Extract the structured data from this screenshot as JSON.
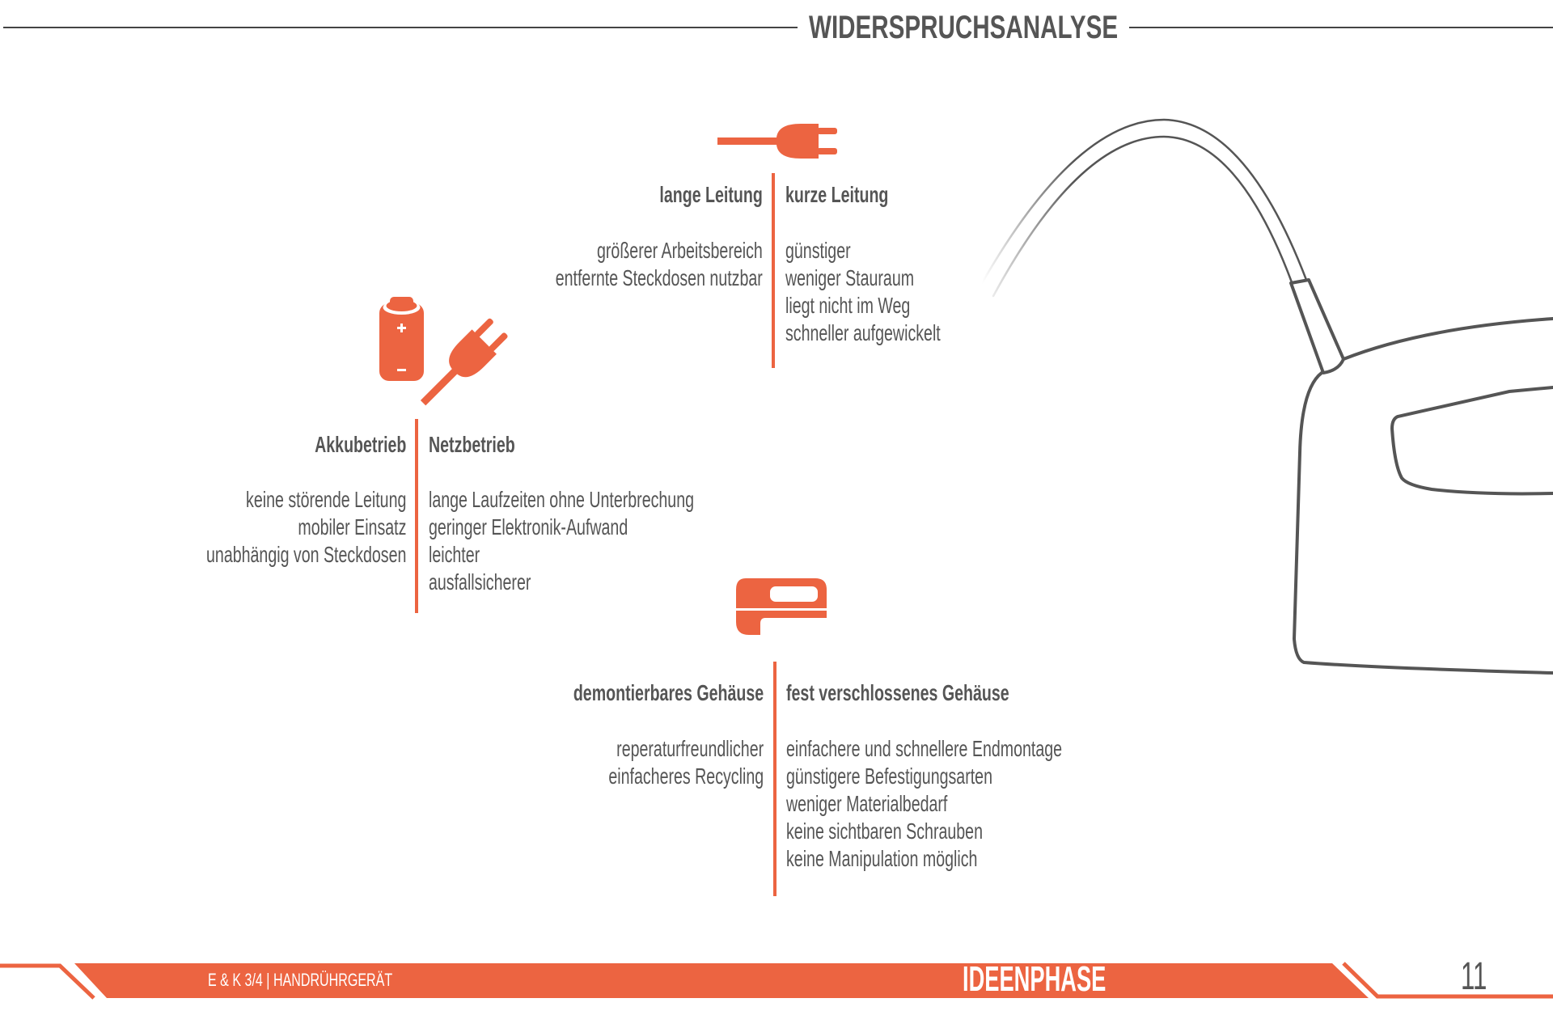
{
  "header": {
    "title": "WIDERSPRUCHSANALYSE"
  },
  "colors": {
    "accent": "#ec6441",
    "text": "#555555"
  },
  "contradictions": [
    {
      "icon": "plug-icon",
      "left": {
        "heading": "lange Leitung",
        "items": [
          "größerer Arbeitsbereich",
          "entfernte Steckdosen nutzbar"
        ]
      },
      "right": {
        "heading": "kurze Leitung",
        "items": [
          "günstiger",
          "weniger Stauraum",
          "liegt nicht im Weg",
          "schneller aufgewickelt"
        ]
      }
    },
    {
      "icon": "battery-and-plug-icon",
      "left": {
        "heading": "Akkubetrieb",
        "items": [
          "keine störende Leitung",
          "mobiler Einsatz",
          "unabhängig von Steckdosen"
        ]
      },
      "right": {
        "heading": "Netzbetrieb",
        "items": [
          "lange Laufzeiten ohne Unterbrechung",
          "geringer Elektronik-Aufwand",
          "leichter",
          "ausfallsicherer"
        ]
      }
    },
    {
      "icon": "housing-icon",
      "left": {
        "heading": "demontierbares Gehäuse",
        "items": [
          "reperaturfreundlicher",
          "einfacheres Recycling"
        ]
      },
      "right": {
        "heading": "fest verschlossenes Gehäuse",
        "items": [
          "einfachere und schnellere Endmontage",
          "günstigere Befestigungsarten",
          "weniger Materialbedarf",
          "keine sichtbaren Schrauben",
          "keine Manipulation möglich"
        ]
      }
    }
  ],
  "footer": {
    "course": "E & K 3/4 | HANDRÜHRGERÄT",
    "section": "IDEENPHASE",
    "page_number": "11"
  }
}
